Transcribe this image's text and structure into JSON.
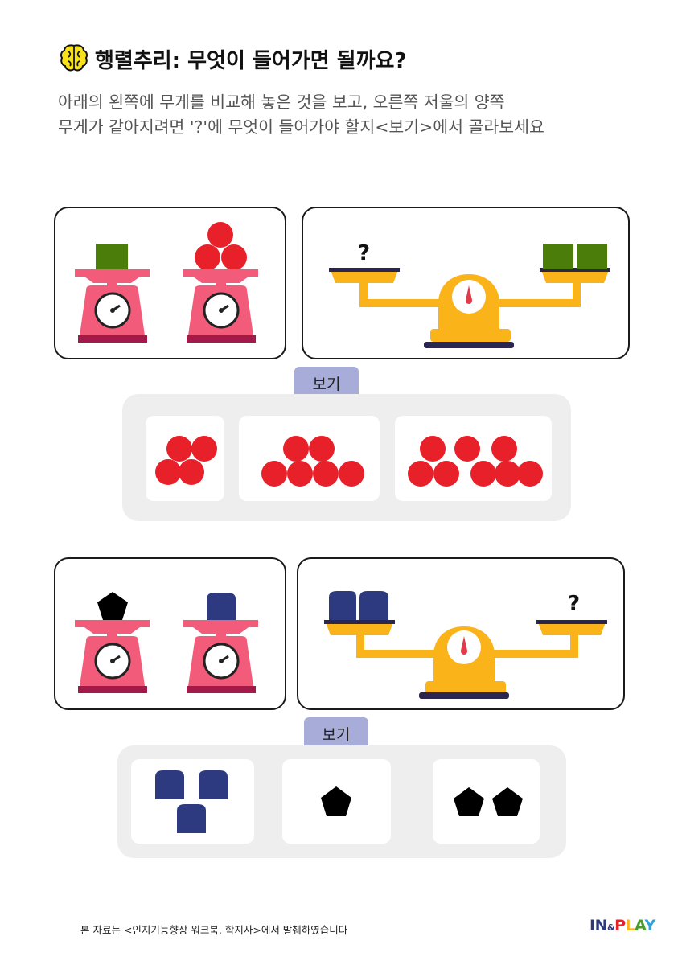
{
  "header": {
    "title": "행렬추리: 무엇이 들어가면 될까요?",
    "description_lines": [
      "아래의 왼쪽에 무게를 비교해 놓은 것을 보고, 오른쪽 저울의 양쪽",
      "무게가 같아지려면 '?'에 무엇이 들어가야 할지<보기>에서 골라보세요"
    ]
  },
  "problems": [
    {
      "question_mark": "?",
      "choices_label": "보기"
    },
    {
      "question_mark": "?",
      "choices_label": "보기"
    }
  ],
  "footer": {
    "source_note": "본 자료는 <인지기능향상 워크북, 학지사>에서 발췌하였습니다",
    "logo": {
      "part1": "IN",
      "amp": "&",
      "p": "P",
      "l": "L",
      "a": "A",
      "y": "Y"
    }
  },
  "colors": {
    "scale_pink": "#f25c7a",
    "scale_base": "#a3194a",
    "balance_yellow": "#fbb31a",
    "balance_dark": "#2a2650",
    "green_block": "#4a7d0a",
    "red_ball": "#e8202a",
    "navy_block": "#2e3a80",
    "pentagon": "#000000",
    "tab_bg": "#a8acd8",
    "panel_bg": "#eeeeee",
    "brain_icon": "#f7e21a"
  }
}
